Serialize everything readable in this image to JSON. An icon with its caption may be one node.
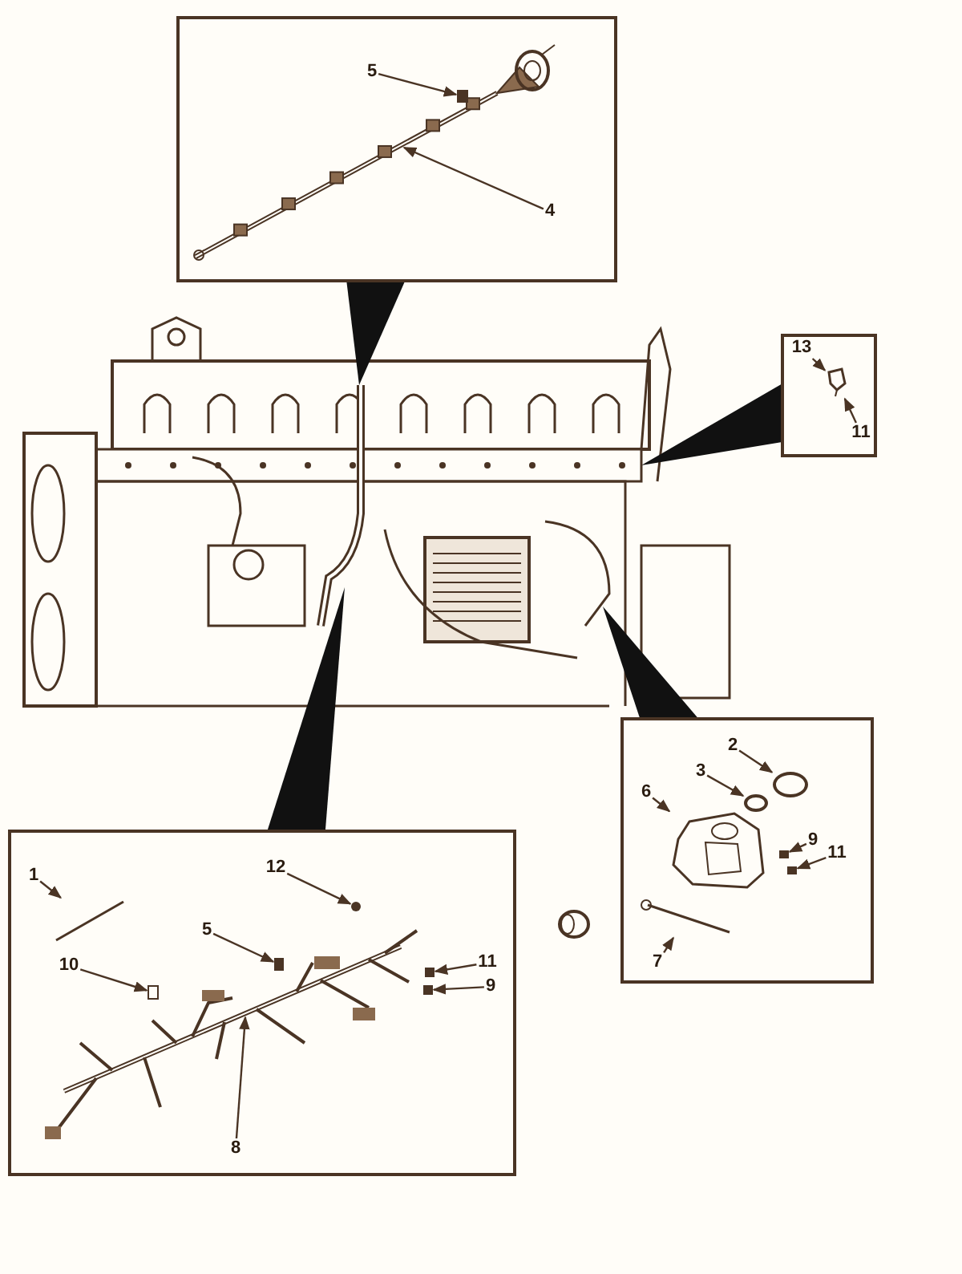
{
  "diagram": {
    "nodes": [
      {
        "text": [],
        "shape": "picture"
      },
      {
        "text": [],
        "shape": "box"
      },
      {
        "text": [
          "5"
        ],
        "in": 1
      },
      {
        "text": [
          "4"
        ],
        "in": 1
      },
      {
        "text": [],
        "shape": "box"
      },
      {
        "text": [
          "13"
        ],
        "in": 4
      },
      {
        "text": [
          "11"
        ],
        "in": 4
      },
      {
        "text": [],
        "shape": "box"
      },
      {
        "text": [
          "2"
        ],
        "in": 7
      },
      {
        "text": [
          "3"
        ],
        "in": 7
      },
      {
        "text": [
          "6"
        ],
        "in": 7
      },
      {
        "text": [
          "9"
        ],
        "in": 7
      },
      {
        "text": [
          "11"
        ],
        "in": 7
      },
      {
        "text": [
          "7"
        ],
        "in": 7
      },
      {
        "text": [],
        "shape": "box"
      },
      {
        "text": [
          "1"
        ],
        "in": 14
      },
      {
        "text": [
          "12"
        ],
        "in": 14
      },
      {
        "text": [
          "5"
        ],
        "in": 14
      },
      {
        "text": [
          "10"
        ],
        "in": 14
      },
      {
        "text": [
          "11"
        ],
        "in": 14
      },
      {
        "text": [
          "9"
        ],
        "in": 14
      },
      {
        "text": [
          "8"
        ],
        "in": 14
      },
      {
        "text": [],
        "shape": "box",
        "in": 1
      },
      {
        "text": [],
        "shape": "picture",
        "in": 4
      },
      {
        "text": [],
        "shape": "circle",
        "in": 7
      },
      {
        "text": [],
        "shape": "circle",
        "in": 7
      },
      {
        "text": [],
        "shape": "picture",
        "in": 7
      },
      {
        "text": [],
        "shape": "box",
        "in": 7
      },
      {
        "text": [],
        "shape": "box",
        "in": 7
      },
      {
        "text": [],
        "shape": "picture",
        "in": 7
      },
      {
        "text": [],
        "shape": "picture",
        "in": 14
      },
      {
        "text": [],
        "shape": "circle",
        "in": 14
      },
      {
        "text": [],
        "shape": "box",
        "in": 14
      },
      {
        "text": [],
        "shape": "box",
        "in": 14
      },
      {
        "text": [],
        "shape": "box",
        "in": 14
      },
      {
        "text": [],
        "shape": "box",
        "in": 14
      }
    ],
    "edges": [
      {
        "from": 1,
        "to": 0,
        "arrow": "to"
      },
      {
        "from": 4,
        "to": 0,
        "arrow": "to"
      },
      {
        "from": 7,
        "to": 0,
        "arrow": "to"
      },
      {
        "from": 14,
        "to": 0,
        "arrow": "to"
      },
      {
        "from": 2,
        "to": 22,
        "arrow": "to"
      },
      {
        "from": 3,
        "to": null,
        "arrow": "to"
      },
      {
        "from": 5,
        "to": 23,
        "arrow": "to"
      },
      {
        "from": 6,
        "to": 23,
        "arrow": "to"
      },
      {
        "from": 8,
        "to": 24,
        "arrow": "to"
      },
      {
        "from": 9,
        "to": 25,
        "arrow": "to"
      },
      {
        "from": 10,
        "to": 26,
        "arrow": "to"
      },
      {
        "from": 11,
        "to": 27,
        "arrow": "to"
      },
      {
        "from": 12,
        "to": 28,
        "arrow": "to"
      },
      {
        "from": 13,
        "to": 29,
        "arrow": "to"
      },
      {
        "from": 15,
        "to": 30,
        "arrow": "to"
      },
      {
        "from": 16,
        "to": 31,
        "arrow": "to"
      },
      {
        "from": 17,
        "to": 32,
        "arrow": "to"
      },
      {
        "from": 18,
        "to": 33,
        "arrow": "to"
      },
      {
        "from": 19,
        "to": 34,
        "arrow": "to"
      },
      {
        "from": 20,
        "to": 35,
        "arrow": "to"
      },
      {
        "from": 21,
        "to": null,
        "arrow": "to"
      }
    ]
  }
}
